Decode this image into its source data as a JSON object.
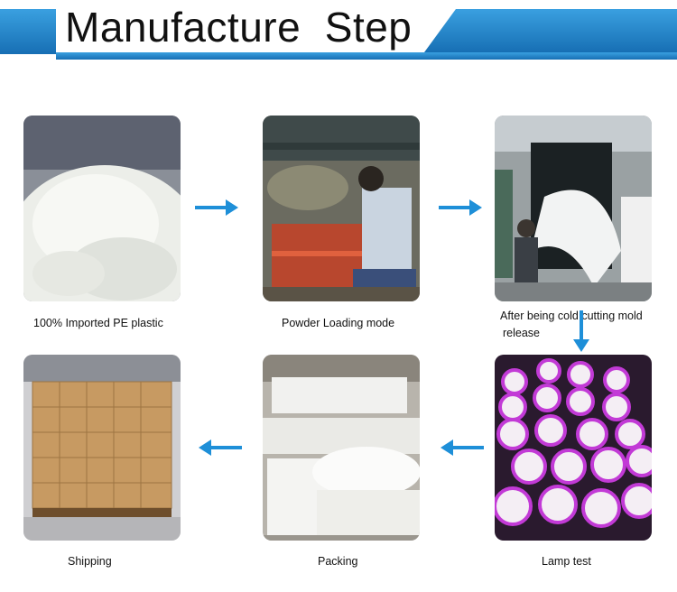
{
  "header": {
    "title": "Manufacture  Step"
  },
  "steps": [
    {
      "caption": "100% Imported PE plastic"
    },
    {
      "caption": "Powder Loading mode"
    },
    {
      "caption_line1": "After being cold cutting mold",
      "caption_line2": "release"
    },
    {
      "caption": "Lamp  test"
    },
    {
      "caption": "Packing"
    },
    {
      "caption": "Shipping"
    }
  ],
  "colors": {
    "banner": "#1c7fc6",
    "arrow": "#1e8fd8",
    "lamp_glow": "#c23ad6"
  },
  "icons": [
    "arrow-right-icon",
    "arrow-down-icon",
    "arrow-left-icon"
  ]
}
